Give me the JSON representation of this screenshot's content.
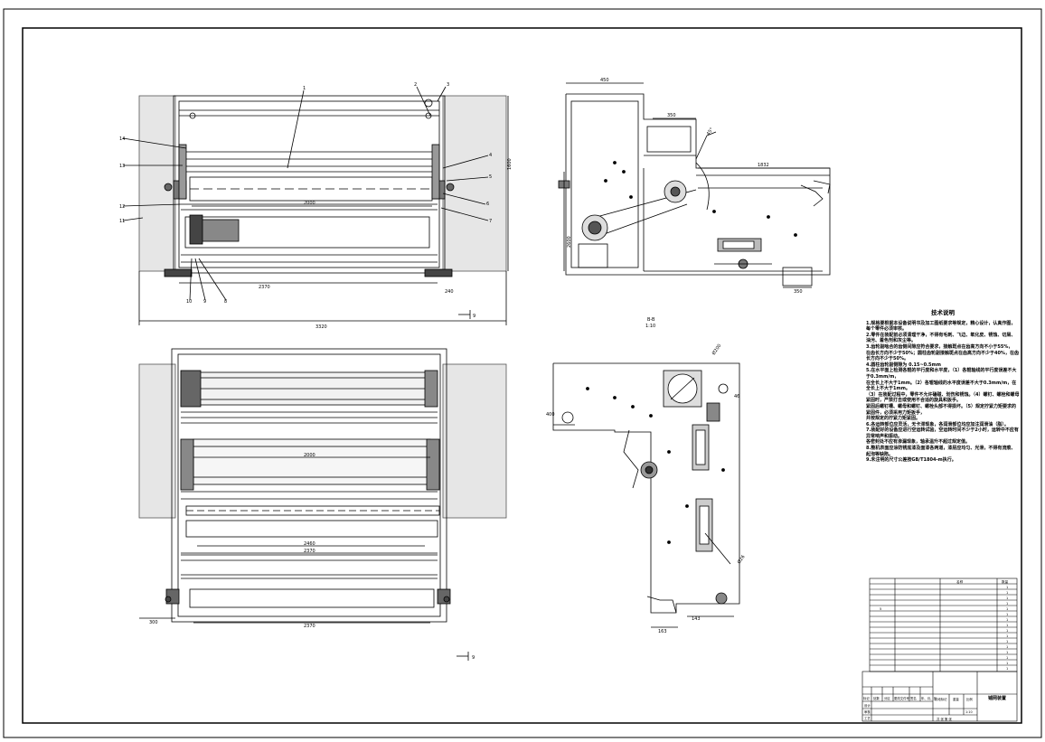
{
  "views": {
    "top_view": {
      "balloons": [
        "1",
        "2",
        "3",
        "4",
        "5",
        "6",
        "7",
        "8",
        "9",
        "10",
        "11",
        "12",
        "13",
        "14"
      ],
      "dims": {
        "width_overall": "3320",
        "width_frame": "2370",
        "width_roller": "2000",
        "height_overall": "1600",
        "offset": "240"
      },
      "marker": "9"
    },
    "side_view": {
      "dims": {
        "top": "450",
        "upper": "350",
        "conveyor": "1832",
        "left_height": "2600",
        "right_base": "350",
        "angle": "45°"
      }
    },
    "bottom_view": {
      "dims": {
        "roller1": "2000",
        "roller2": "2460",
        "frame": "2370",
        "base": "2370",
        "left": "300"
      },
      "marker": "9"
    },
    "section_view": {
      "title": "B-B",
      "scale": "1:10",
      "dims": {
        "left": "400",
        "bottom1": "143",
        "bottom2": "163",
        "a1": "Ø200",
        "a2": "46",
        "a3": "Ø26"
      }
    }
  },
  "notes": {
    "title": "技术说明",
    "lines": [
      "1.规格要根据本设备说明书及加工图纸要求等规定，精心设计，认真作图，每个零件必须审核。",
      "2.零件在装配前必须清理干净，不得有毛刺、飞边、氧化皮、锈蚀、切屑、油污、着色剂和灰尘等。",
      "3.齿轮副啮合的齿侧间隙应符合要求，接触斑点在齿高方向不小于55%，",
      "  在齿长方向不少于50%；圆柱齿轮副接触斑点在齿高方向不少于40%，在齿长方向不少于50%。",
      "4.圆柱齿轮副侧隙为 0.15~0.5mm",
      "5.在水平面上检测各辊的平行度和水平度，（1）各辊轴线的平行度误差不大于0.3mm/m，",
      "  在全长上不大于1mm。（2）各辊轴线的水平度误差不大于0.3mm/m，在全长上不大于1mm。",
      "  （3）在装配过程中，零件不允许磕碰、划伤和锈蚀。（4）螺钉、螺栓和螺母紧固时，严禁打击或使用不合适的旋具和扳手。",
      "  紧固后螺钉槽、螺母和螺钉、螺栓头部不得损坏。（5）规定拧紧力矩要求的紧固件，必须采用力矩扳手，",
      "  并按规定的拧紧力矩紧固。",
      "6.各运转部位应灵活，无卡滞现象，各润滑部位均应加注润滑油（脂）。",
      "7.装配好的设备应进行空运转试验，空运转时间不少于2小时，运转中不应有异常响声和振动。",
      "  各密封处不应有渗漏现象，轴承温升不超过规定值。",
      "8.整机表面应涂防锈底漆及面漆各两道，漆层应均匀、光滑，不得有流痕、起泡等缺陷。",
      "9.未注明的尺寸公差按GB/T1804-m执行。"
    ]
  },
  "title_block": {
    "header_name": "名称",
    "header_qty": "数量",
    "qty_values": [
      "1",
      "1",
      "1",
      "1",
      "1",
      "1",
      "1",
      "1",
      "1",
      "1",
      "1",
      "1",
      "1",
      "1",
      "1",
      "1",
      "1"
    ],
    "part_no": "5",
    "labels": {
      "mark": "标记",
      "count": "处数",
      "zone": "分区",
      "change_doc": "更改文件号",
      "sign": "签名",
      "date": "年、月、日",
      "design": "设计",
      "check": "审核",
      "process": "工艺",
      "stage_mark": "阶段标记",
      "weight": "重量",
      "scale": "比例",
      "sheets": "共   张   第   张"
    },
    "scale_value": "1:10",
    "drawing_name": "铺网装置"
  }
}
